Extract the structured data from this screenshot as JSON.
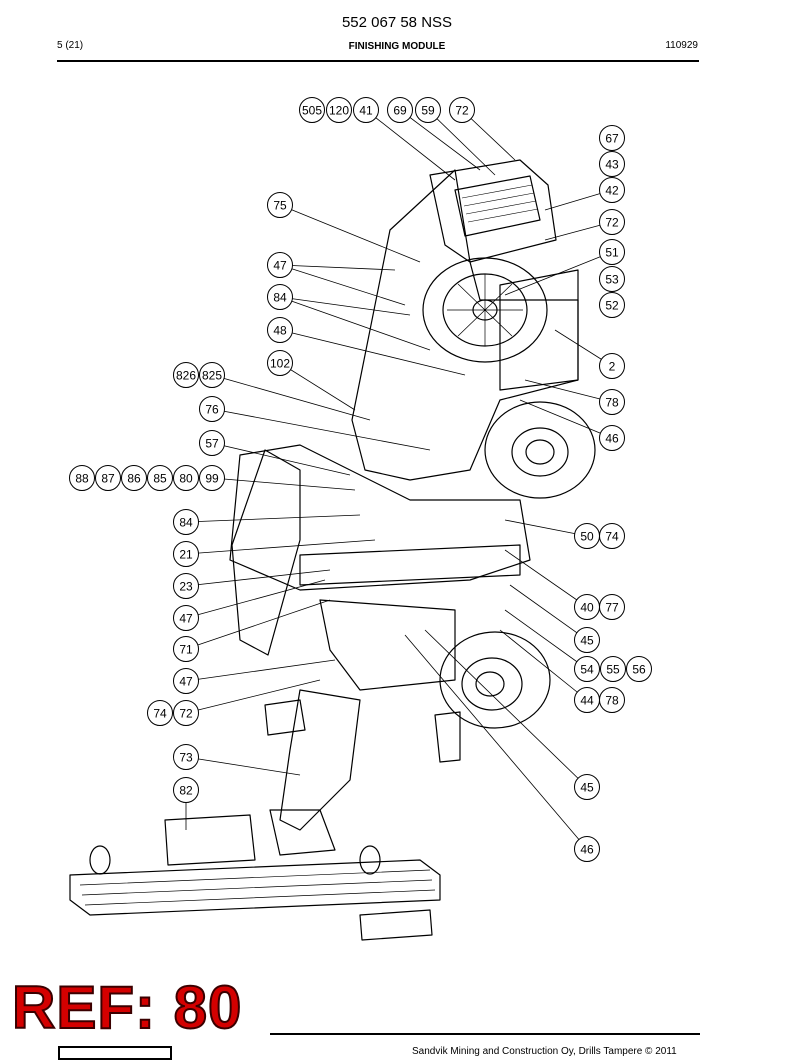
{
  "header": {
    "doc_number": "552 067 58 NSS",
    "page": "5 (21)",
    "title": "FINISHING MODULE",
    "date": "110929"
  },
  "callouts": [
    "505",
    "120",
    "41",
    "69",
    "59",
    "72",
    "67",
    "43",
    "42",
    "72",
    "51",
    "53",
    "52",
    "2",
    "78",
    "46",
    "50",
    "74",
    "40",
    "77",
    "45",
    "54",
    "55",
    "56",
    "44",
    "78",
    "45",
    "46",
    "75",
    "47",
    "84",
    "48",
    "102",
    "826",
    "825",
    "76",
    "57",
    "88",
    "87",
    "86",
    "85",
    "80",
    "99",
    "84",
    "21",
    "23",
    "47",
    "71",
    "47",
    "74",
    "72",
    "73",
    "82"
  ],
  "footer": {
    "ref_stamp": "REF: 80",
    "copyright": "Sandvik Mining and Construction Oy, Drills Tampere © 2011"
  }
}
